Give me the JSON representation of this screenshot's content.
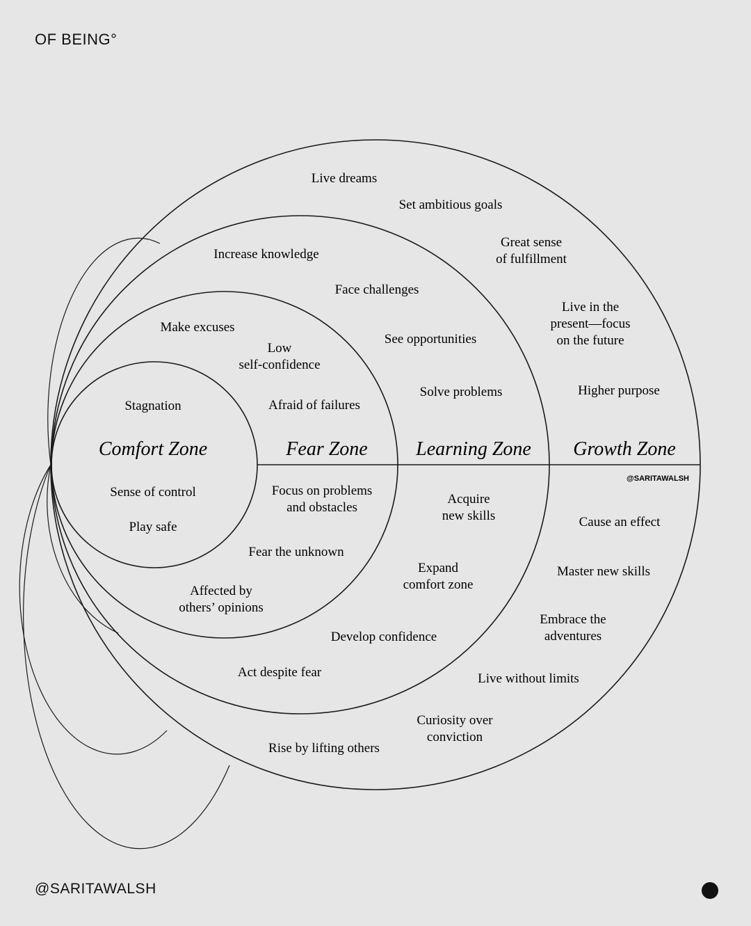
{
  "header": {
    "brand": "OF BEING°"
  },
  "footer": {
    "handle": "@SARITAWALSH",
    "dot_icon": "circle-dot-icon"
  },
  "diagram": {
    "watermark": "@SARITAWALSH",
    "zones": [
      {
        "id": "comfort",
        "title": "Comfort Zone",
        "items": [
          "Stagnation",
          "Sense of control",
          "Play safe"
        ]
      },
      {
        "id": "fear",
        "title": "Fear Zone",
        "items": [
          "Make excuses",
          "Low",
          "self-confidence",
          "Afraid of failures",
          "Focus on problems",
          "and obstacles",
          "Fear the unknown",
          "Affected by",
          "others’ opinions"
        ]
      },
      {
        "id": "learning",
        "title": "Learning Zone",
        "items": [
          "Increase knowledge",
          "Face challenges",
          "See opportunities",
          "Solve problems",
          "Acquire",
          "new skills",
          "Expand",
          "comfort zone",
          "Develop confidence",
          "Act despite fear"
        ]
      },
      {
        "id": "growth",
        "title": "Growth Zone",
        "items": [
          "Live dreams",
          "Set ambitious goals",
          "Great sense",
          "of fulfillment",
          "Live in the",
          "present—focus",
          "on the future",
          "Higher purpose",
          "Cause an effect",
          "Master new skills",
          "Embrace the",
          "adventures",
          "Live without limits",
          "Curiosity over",
          "conviction",
          "Rise by lifting others"
        ]
      }
    ]
  }
}
